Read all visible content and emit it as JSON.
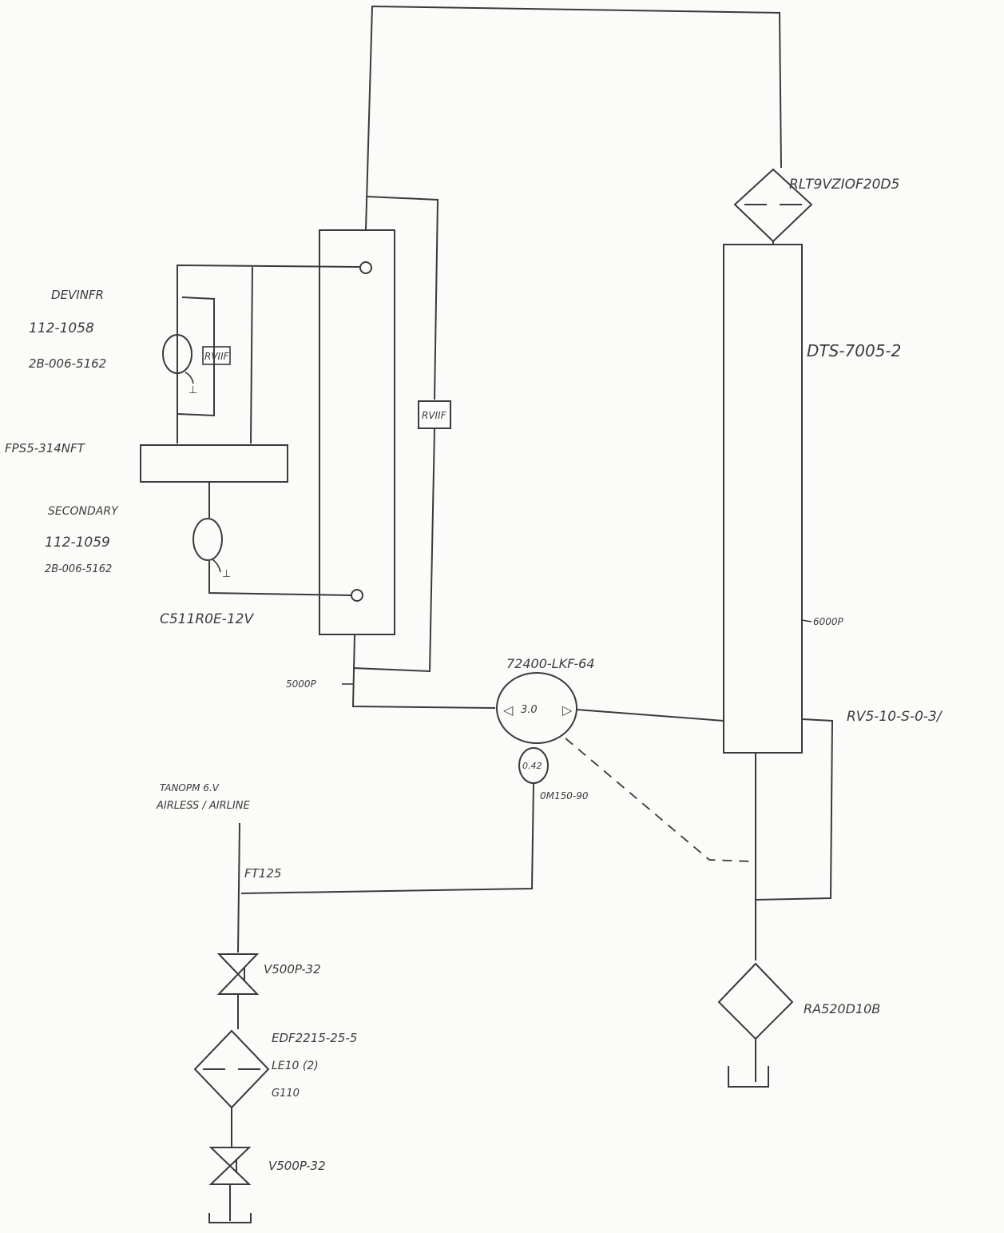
{
  "labels": {
    "top_filter": "RLT9VZIOF20D5",
    "tall_column": "DTS-7005-2",
    "first_pump_name": "DEVINFR",
    "first_pump_part": "112-1058",
    "first_pump_code": "2B-006-5162",
    "rv_small": "RVIIF",
    "rv_box": "RVIIF",
    "manifold": "FPS5-314NFT",
    "second_pump_name": "SECONDARY",
    "second_pump_part": "112-1059",
    "second_pump_code": "2B-006-5162",
    "left_column": "C511R0E-12V",
    "pressure_left": "5000P",
    "pressure_right": "6000P",
    "mixer": "72400-LKF-64",
    "mixer_value": "3.0",
    "small_gauge_value": "0.42",
    "small_gauge_part": "0M150-90",
    "relief_valve": "RV5-10-S-0-3/",
    "tank_line1": "TANOPM 6.V",
    "tank_line2": "AIRLESS / AIRLINE",
    "feed_line": "FT125",
    "valve_upper": "V500P-32",
    "lower_filter_line1": "EDF2215-25-5",
    "lower_filter_line2": "LE10 (2)",
    "lower_filter_line3": "G110",
    "valve_lower": "V500P-32",
    "outlet_filter": "RA520D10B"
  }
}
